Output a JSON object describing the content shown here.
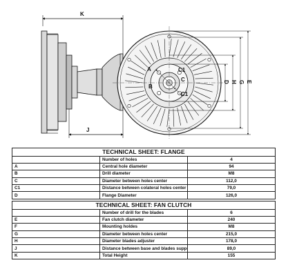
{
  "drawing": {
    "dims": {
      "k": "K",
      "j": "J",
      "d": "D",
      "h": "H",
      "g": "G",
      "e": "E",
      "a": "A",
      "b": "B",
      "c": "C",
      "c1_top": "C1",
      "c1_bottom": "C1"
    }
  },
  "flange": {
    "title": "TECHNICAL SHEET: FLANGE",
    "rows": [
      {
        "code": "",
        "label": "Number of holes",
        "value": "4"
      },
      {
        "code": "A",
        "label": "Central hole diameter",
        "value": "94"
      },
      {
        "code": "B",
        "label": "Drill diameter",
        "value": "M8"
      },
      {
        "code": "C",
        "label": "Diameter between holes center",
        "value": "112,0"
      },
      {
        "code": "C1",
        "label": "Distance between colateral holes center",
        "value": "79,0"
      },
      {
        "code": "D",
        "label": "Flange Diameter",
        "value": "126,0"
      }
    ]
  },
  "clutch": {
    "title": "TECHNICAL SHEET: FAN CLUTCH",
    "rows": [
      {
        "code": "",
        "label": "Number of drill for the blades",
        "value": "6"
      },
      {
        "code": "E",
        "label": "Fan clutch diameter",
        "value": "240"
      },
      {
        "code": "F",
        "label": "Mounting holdes",
        "value": "M8"
      },
      {
        "code": "G",
        "label": "Diameter between holes center",
        "value": "215,0"
      },
      {
        "code": "H",
        "label": "Diameter blades adjuster",
        "value": "178,0"
      },
      {
        "code": "J",
        "label": "Distance between base and blades support",
        "value": "89,0"
      },
      {
        "code": "K",
        "label": "Total Height",
        "value": "155"
      }
    ]
  }
}
